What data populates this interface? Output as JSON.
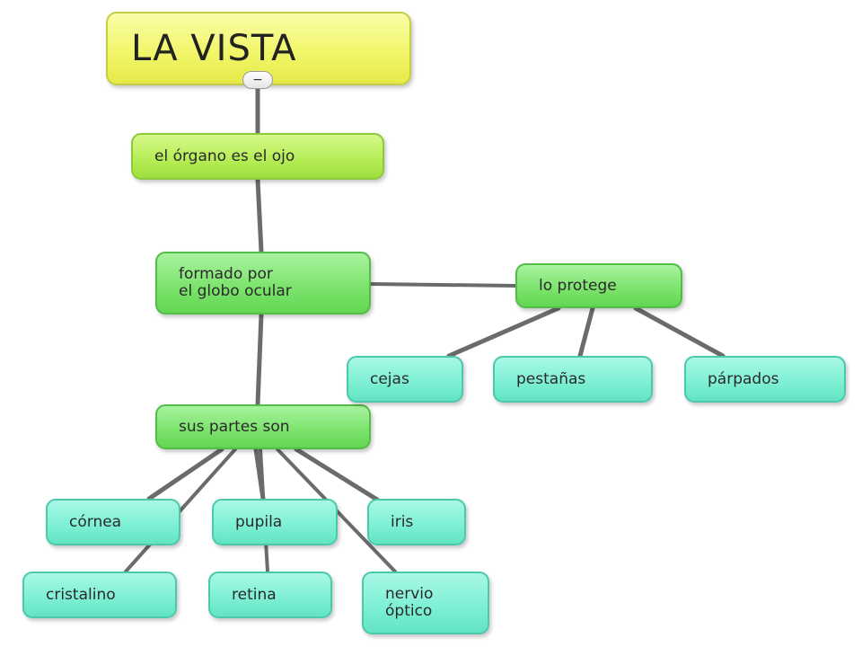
{
  "concept_map": {
    "root": {
      "label": "LA VISTA",
      "collapse_symbol": "−"
    },
    "nodes": {
      "organo": "el órgano es el ojo",
      "formado": "formado por\nel globo ocular",
      "protege": "lo protege",
      "partes": "sus partes son",
      "cejas": "cejas",
      "pestanas": "pestañas",
      "parpados": "párpados",
      "cornea": "córnea",
      "pupila": "pupila",
      "iris": "iris",
      "cristalino": "cristalino",
      "retina": "retina",
      "nervio": "nervio\nóptico"
    }
  },
  "colors": {
    "root_fill": "#f1f66a",
    "level1_fill": "#b4ec54",
    "level2_fill": "#7ee46e",
    "leaf_fill": "#7ff0d6",
    "edge": "#6b6b6b"
  }
}
